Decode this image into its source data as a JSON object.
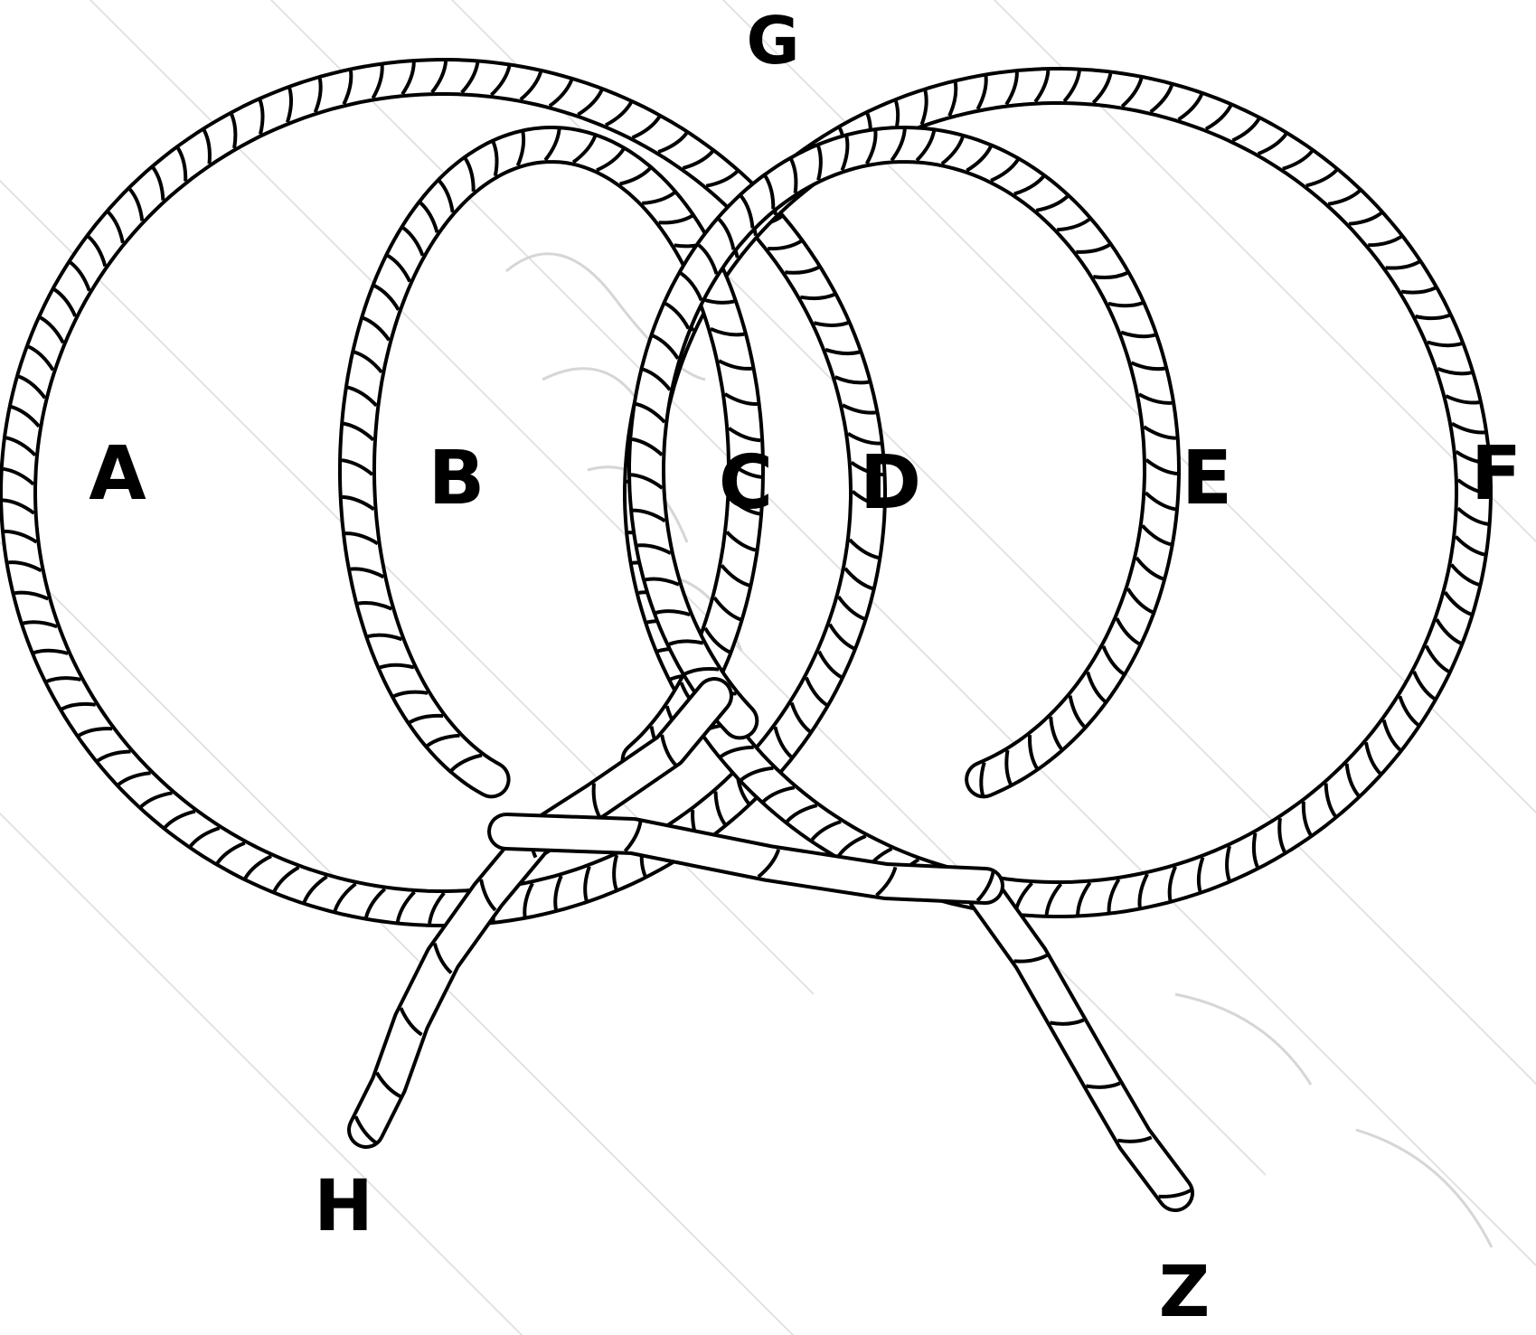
{
  "diagram": {
    "labels": {
      "A": "A",
      "B": "B",
      "C": "C",
      "D": "D",
      "E": "E",
      "F": "F",
      "G": "G",
      "H": "H",
      "Z": "Z"
    },
    "colors": {
      "rope_outline": "#000000",
      "rope_fill": "#ffffff",
      "background": "#ffffff",
      "watermark": "#c9c9c9"
    }
  }
}
